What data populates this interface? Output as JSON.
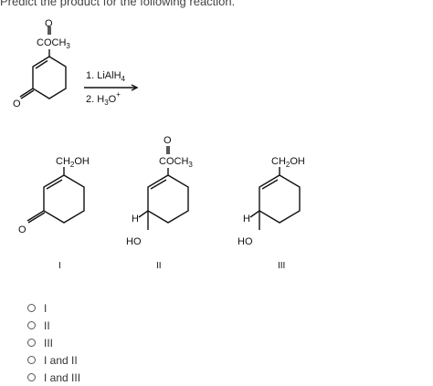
{
  "question": "Predict the product for the following reaction.",
  "reaction": {
    "step1": "1. LiAlH",
    "step1_sub": "4",
    "step2": "2. H",
    "step2_sub": "3",
    "step2_tail": "O",
    "step2_sup": "+"
  },
  "reactant": {
    "group": "COCH",
    "group_sub": "3",
    "oxygen": "O"
  },
  "products": [
    {
      "numeral": "I",
      "group": "CH",
      "group_sub": "2",
      "group_tail": "OH",
      "oxygen": "O"
    },
    {
      "numeral": "II",
      "group": "COCH",
      "group_sub": "3",
      "carbonyl_o": "O",
      "h": "H",
      "ho": "HO"
    },
    {
      "numeral": "III",
      "group": "CH",
      "group_sub": "2",
      "group_tail": "OH",
      "h": "H",
      "ho": "HO"
    }
  ],
  "options": [
    {
      "label": "I",
      "selected": false
    },
    {
      "label": "II",
      "selected": false
    },
    {
      "label": "III",
      "selected": false
    },
    {
      "label": "I and II",
      "selected": false
    },
    {
      "label": "I and III",
      "selected": false
    }
  ]
}
